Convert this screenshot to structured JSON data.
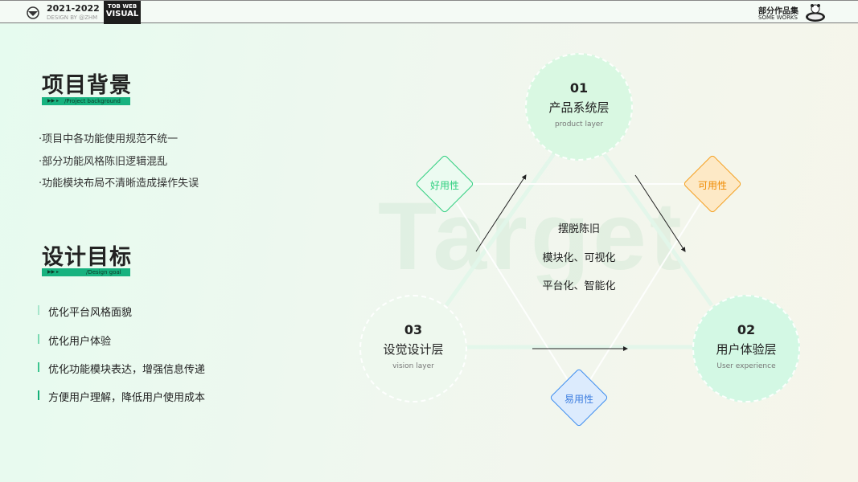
{
  "header": {
    "year": "2021-2022",
    "design_by": "DESIGN BY @ZHM",
    "tob_line1": "TOB WEB",
    "tob_line2": "VISUAL",
    "works_cn": "部分作品集",
    "works_en": "SOME WORKS"
  },
  "background": {
    "title": "项目背景",
    "tag": "/Project background",
    "items": [
      "·项目中各功能使用规范不统一",
      "·部分功能风格陈旧逻辑混乱",
      "·功能模块布局不清晰造成操作失误"
    ]
  },
  "goals": {
    "title": "设计目标",
    "tag": "/Design goal",
    "items": [
      "优化平台风格面貌",
      "优化用户体验",
      "优化功能模块表达，增强信息传递",
      "方便用户理解，降低用户使用成本"
    ]
  },
  "diagram": {
    "watermark": "Target",
    "layers": [
      {
        "num": "01",
        "cn": "产品系统层",
        "en": "product layer"
      },
      {
        "num": "02",
        "cn": "用户体验层",
        "en": "User experience"
      },
      {
        "num": "03",
        "cn": "设觉设计层",
        "en": "vision layer"
      }
    ],
    "qualities": [
      {
        "label": "好用性",
        "color": "#2fcf7f"
      },
      {
        "label": "可用性",
        "color": "#f4a020"
      },
      {
        "label": "易用性",
        "color": "#3f8ef0"
      }
    ],
    "center": [
      "摆脱陈旧",
      "模块化、可视化",
      "平台化、智能化"
    ]
  }
}
